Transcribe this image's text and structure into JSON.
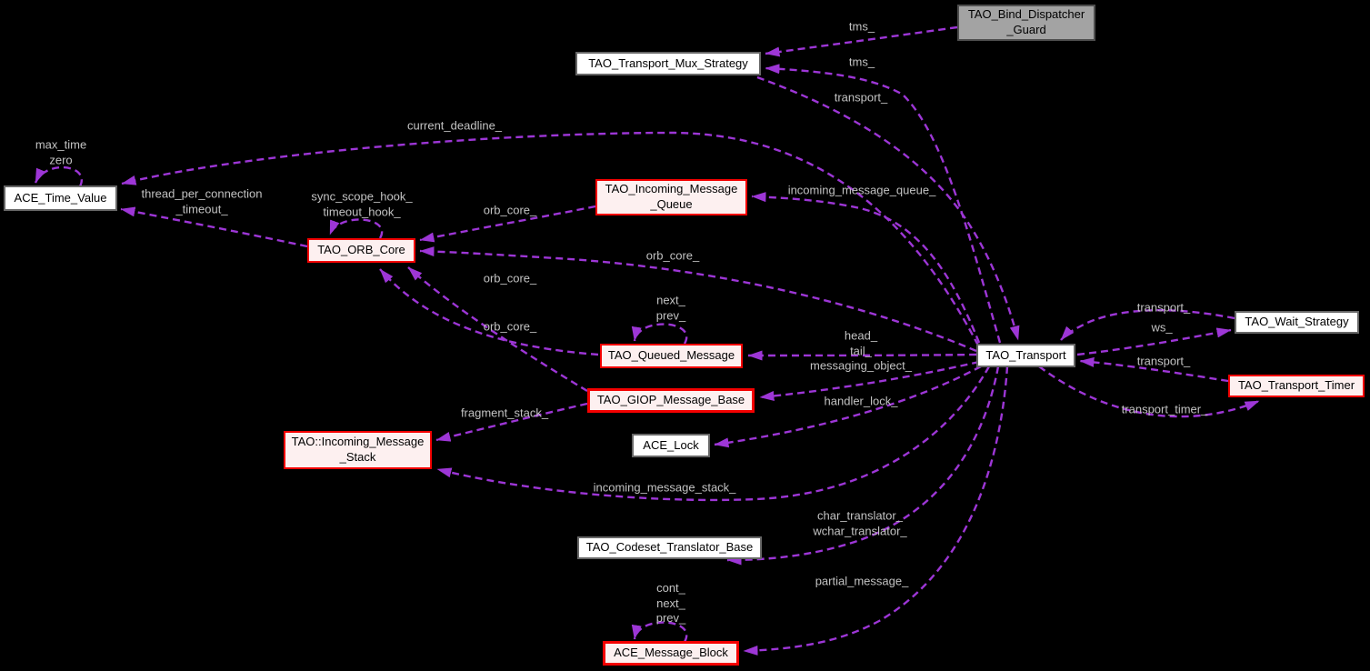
{
  "diagram": {
    "type": "doxygen-collaboration-graph",
    "background_color": "#000000",
    "edge_color": "#9d36d6",
    "edge_label_color": "#c2c2c2",
    "highlight_border_color": "#f40000",
    "highlight_fill_color": "#fdf0f0",
    "focus_node_fill_color": "#a3a3a3"
  },
  "nodes": [
    {
      "id": "tao-bind-dispatcher-guard",
      "label": "TAO_Bind_Dispatcher\n_Guard",
      "style": "gray"
    },
    {
      "id": "tao-transport-mux-strategy",
      "label": "TAO_Transport_Mux_Strategy",
      "style": "plain"
    },
    {
      "id": "ace-time-value",
      "label": "ACE_Time_Value",
      "style": "plain"
    },
    {
      "id": "tao-orb-core",
      "label": "TAO_ORB_Core",
      "style": "highlight"
    },
    {
      "id": "tao-incoming-message-queue",
      "label": "TAO_Incoming_Message\n_Queue",
      "style": "highlight"
    },
    {
      "id": "tao-queued-message",
      "label": "TAO_Queued_Message",
      "style": "highlight"
    },
    {
      "id": "tao-giop-message-base",
      "label": "TAO_GIOP_Message_Base",
      "style": "highlight-thick"
    },
    {
      "id": "tao-incoming-message-stack",
      "label": "TAO::Incoming_Message\n_Stack",
      "style": "highlight"
    },
    {
      "id": "ace-lock",
      "label": "ACE_Lock",
      "style": "plain"
    },
    {
      "id": "tao-codeset-translator-base",
      "label": "TAO_Codeset_Translator_Base",
      "style": "plain"
    },
    {
      "id": "ace-message-block",
      "label": "ACE_Message_Block",
      "style": "highlight-thick"
    },
    {
      "id": "tao-transport",
      "label": "TAO_Transport",
      "style": "plain"
    },
    {
      "id": "tao-wait-strategy",
      "label": "TAO_Wait_Strategy",
      "style": "plain"
    },
    {
      "id": "tao-transport-timer",
      "label": "TAO_Transport_Timer",
      "style": "highlight"
    }
  ],
  "edge_labels": [
    {
      "text": "tms_"
    },
    {
      "text": "tms_"
    },
    {
      "text": "transport_"
    },
    {
      "text": "current_deadline_"
    },
    {
      "text": "max_time\nzero"
    },
    {
      "text": "thread_per_connection\n_timeout_"
    },
    {
      "text": "sync_scope_hook_\ntimeout_hook_"
    },
    {
      "text": "orb_core_"
    },
    {
      "text": "incoming_message_queue_"
    },
    {
      "text": "orb_core_"
    },
    {
      "text": "orb_core_"
    },
    {
      "text": "orb_core_"
    },
    {
      "text": "next_\nprev_"
    },
    {
      "text": "head_\ntail_"
    },
    {
      "text": "messaging_object_"
    },
    {
      "text": "handler_lock_"
    },
    {
      "text": "fragment_stack_"
    },
    {
      "text": "incoming_message_stack_"
    },
    {
      "text": "char_translator_\nwchar_translator_"
    },
    {
      "text": "partial_message_"
    },
    {
      "text": "cont_\nnext_\nprev_"
    },
    {
      "text": "transport_"
    },
    {
      "text": "ws_"
    },
    {
      "text": "transport_"
    },
    {
      "text": "transport_timer_"
    }
  ]
}
